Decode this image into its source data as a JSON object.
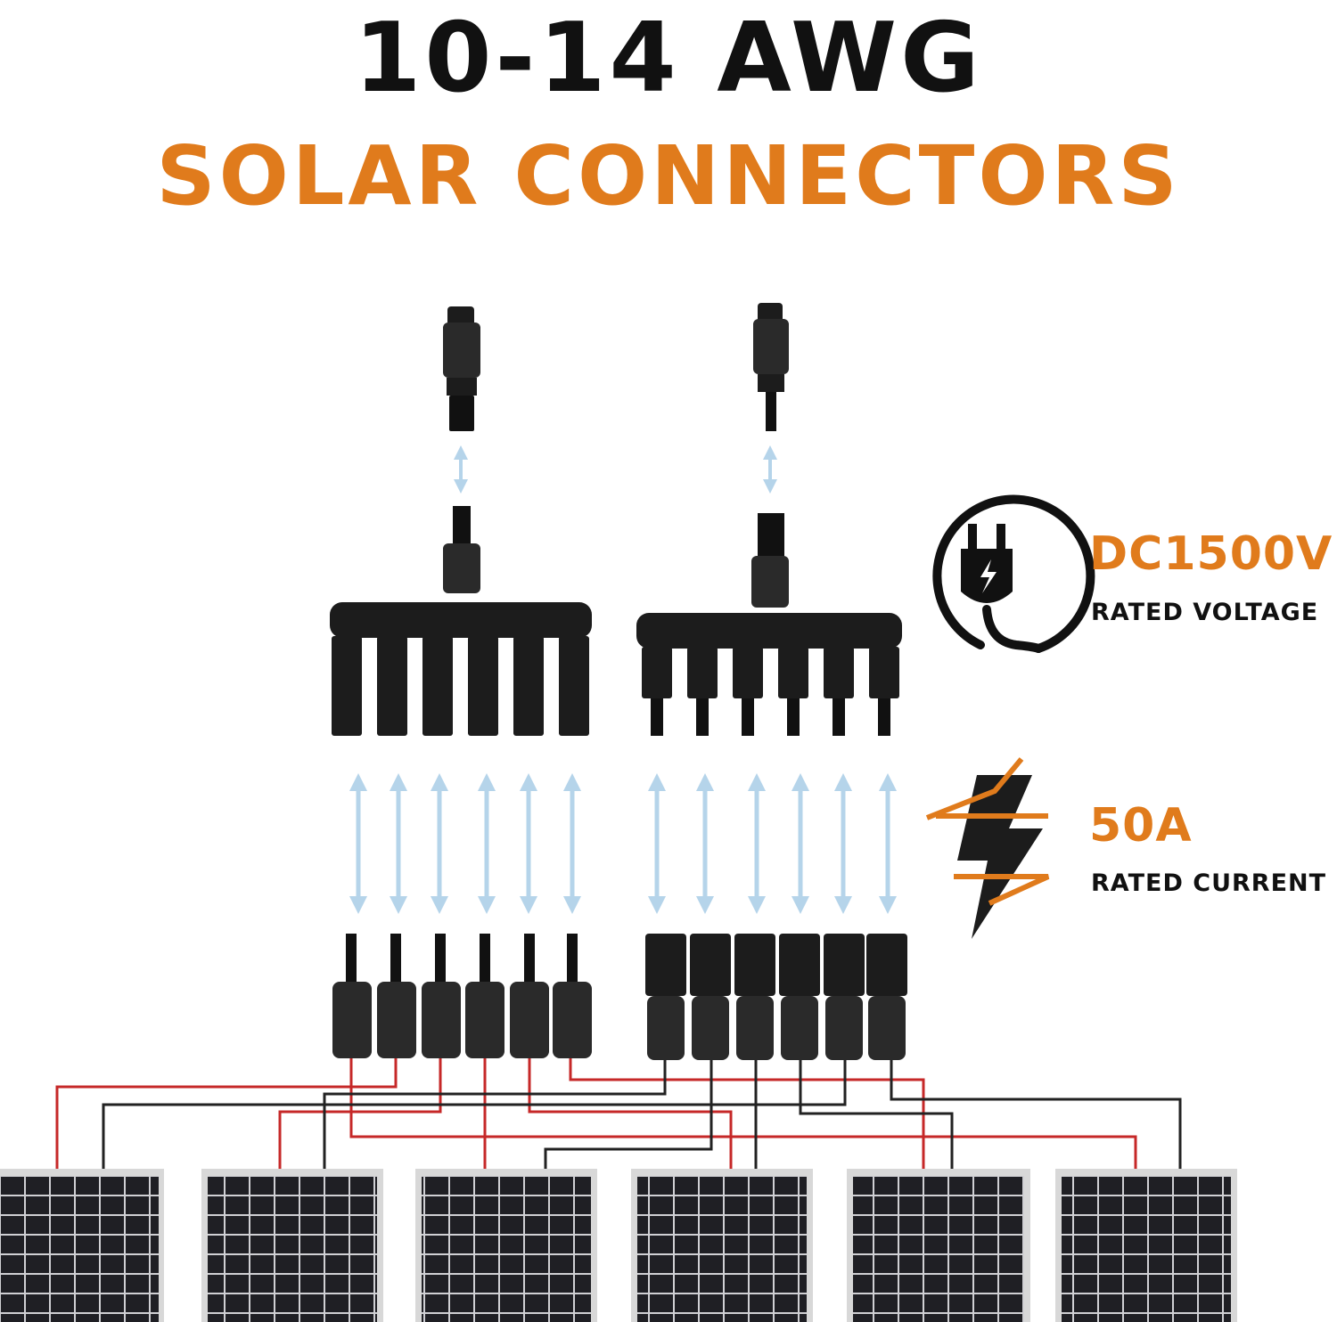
{
  "title": {
    "line1": "10-14 AWG",
    "line2": "SOLAR CONNECTORS"
  },
  "specs": {
    "voltage": {
      "value": "DC1500V",
      "label": "RATED VOLTAGE",
      "icon": "plug-icon"
    },
    "current": {
      "value": "50A",
      "label": "RATED CURRENT",
      "icon": "lightning-icon"
    }
  },
  "colors": {
    "title_dark": "#111111",
    "accent_orange": "#e07b1c",
    "arrow_blue": "#b5d4ea",
    "connector_black": "#1c1c1c",
    "wire_red": "#c62828",
    "wire_black": "#222222",
    "panel_frame": "#d8d8d8",
    "panel_cell": "#1f1f24"
  }
}
